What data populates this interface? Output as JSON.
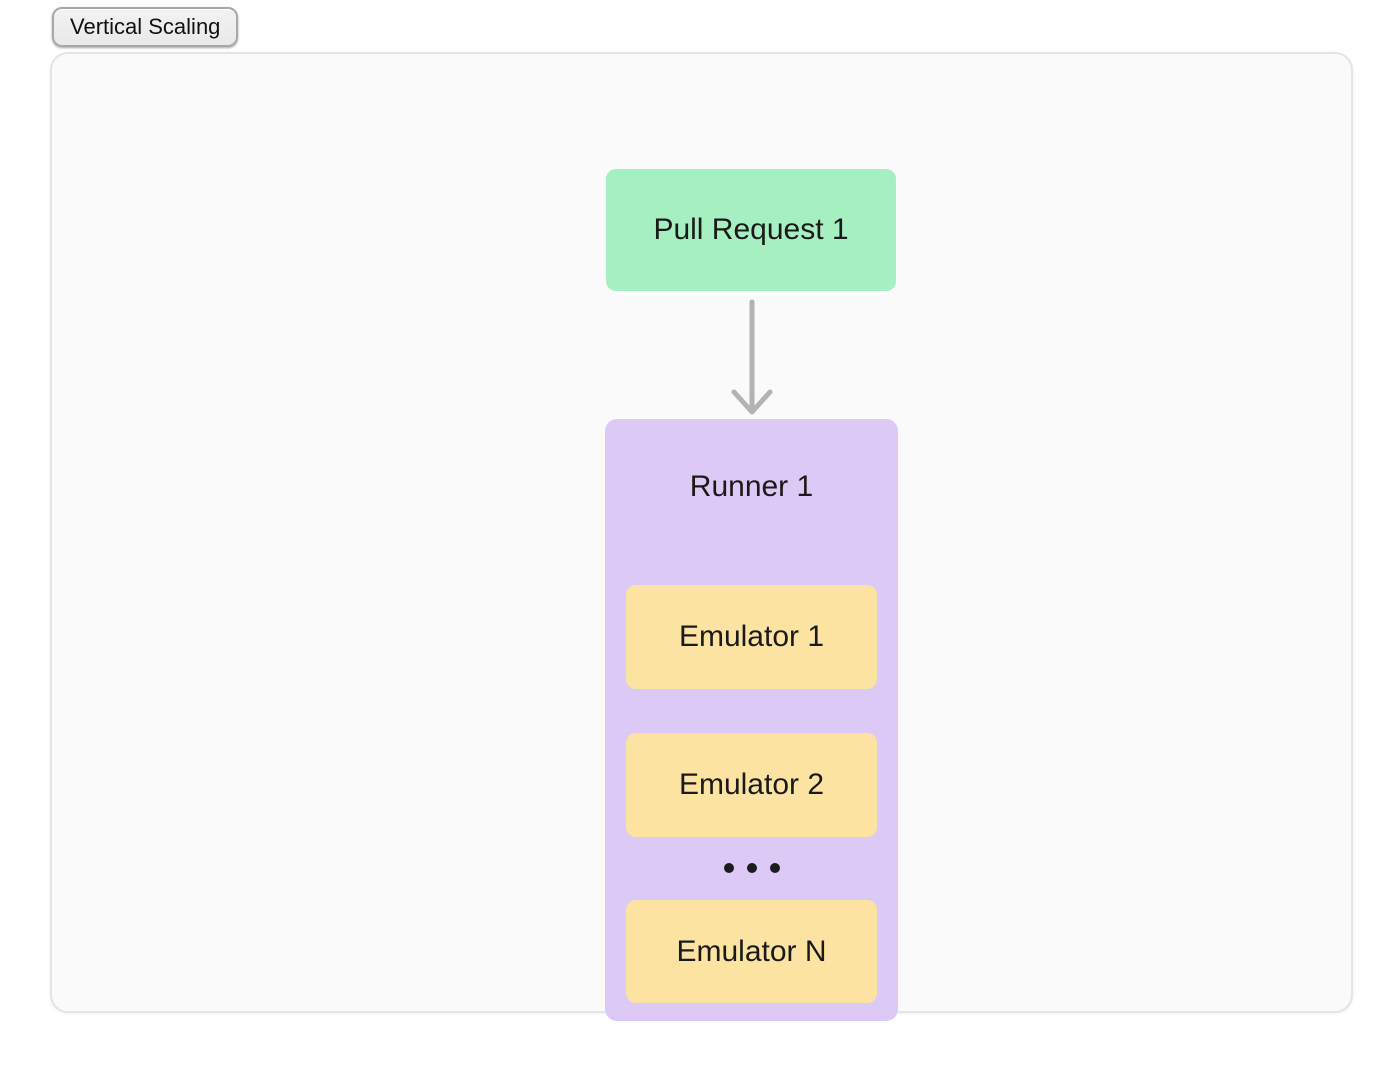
{
  "page": {
    "badge_label": "Vertical Scaling"
  },
  "diagram": {
    "pull_request_label": "Pull Request 1",
    "runner_label": "Runner 1",
    "emulators": [
      "Emulator 1",
      "Emulator 2",
      "Emulator N"
    ],
    "ellipsis": "•••"
  },
  "colors": {
    "pull_request_bg": "#a5efc0",
    "runner_bg": "#ddc9f6",
    "emulator_bg": "#fce3a2",
    "arrow": "#b3b3b3",
    "panel_bg": "#fafafa",
    "panel_border": "#e4e4e4",
    "badge_bg": "#eeeeee",
    "badge_border": "#a8a8a8",
    "text": "#1a1a1a"
  }
}
